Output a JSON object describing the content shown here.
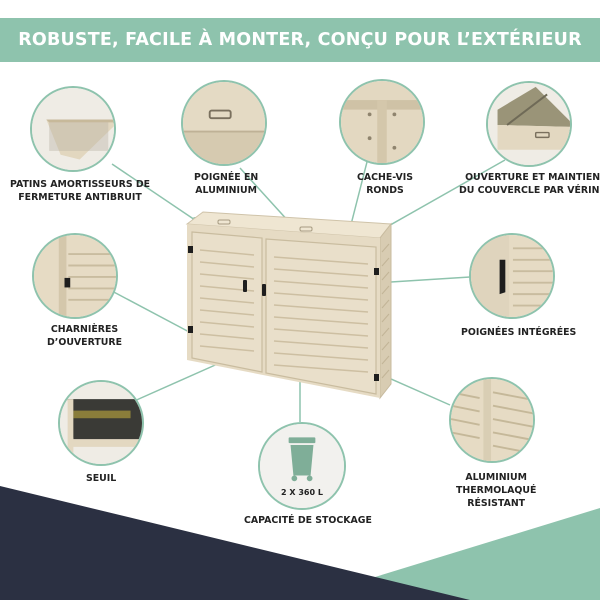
{
  "banner": {
    "title": "ROBUSTE, FACILE À MONTER, CONÇU POUR L’EXTÉRIEUR"
  },
  "features": {
    "patins": {
      "line1": "PATINS AMORTISSEURS DE",
      "line2": "FERMETURE ANTIBRUIT"
    },
    "poignee_alu": {
      "line1": "POIGNÉE EN",
      "line2": "ALUMINIUM"
    },
    "cache_vis": {
      "line1": "CACHE-VIS",
      "line2": "RONDS"
    },
    "verins": {
      "line1": "OUVERTURE ET MAINTIEN",
      "line2": "DU COUVERCLE PAR VÉRINS"
    },
    "charnieres": {
      "line1": "CHARNIÈRES",
      "line2": "D’OUVERTURE"
    },
    "poignees_integrees": {
      "line1": "POIGNÉES INTÉGRÉES"
    },
    "seuil": {
      "line1": "SEUIL"
    },
    "capacite": {
      "line1": "CAPACITÉ DE STOCKAGE",
      "badge": "2 X 360 L"
    },
    "aluminium": {
      "line1": "ALUMINIUM",
      "line2": "THERMOLAQUÉ",
      "line3": "RÉSISTANT"
    }
  },
  "colors": {
    "accent": "#8ec3ad",
    "navy": "#2b3042",
    "product": "#e6dbc4",
    "bin": "#7fae98"
  },
  "icons": [
    "wheelie-bin-icon"
  ]
}
